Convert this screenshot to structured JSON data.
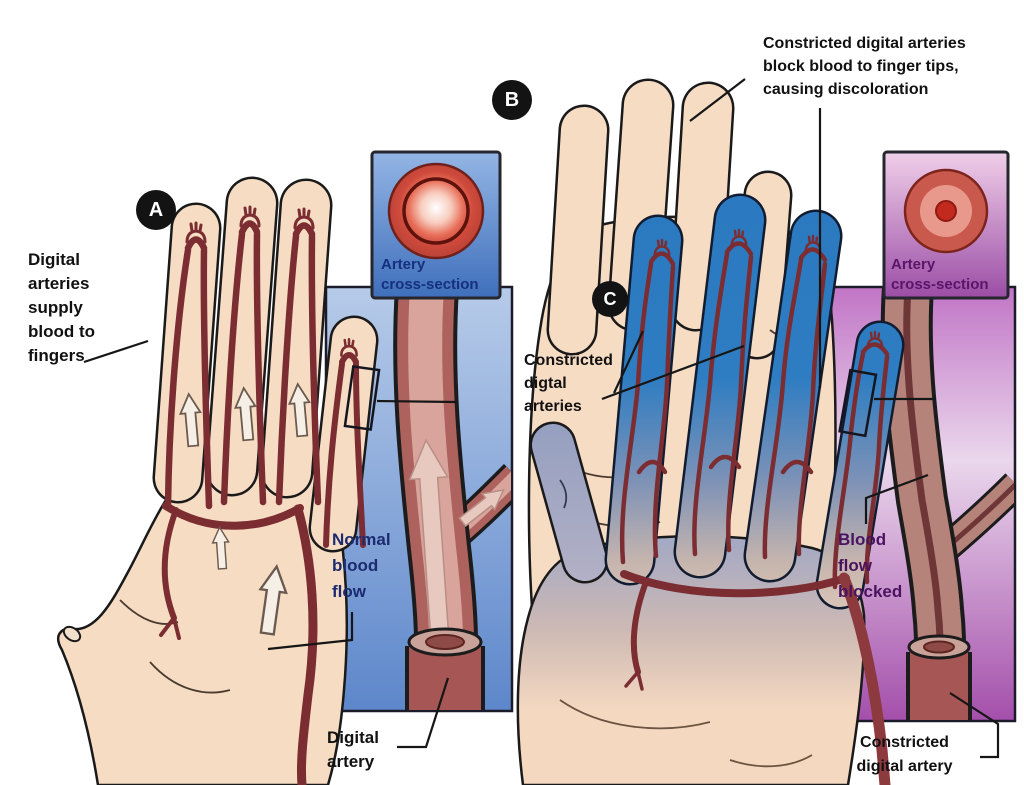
{
  "figure": {
    "markers": {
      "a": "A",
      "b": "B",
      "c": "C"
    },
    "left_label": {
      "l1": "Digital",
      "l2": "arteries",
      "l3": "supply",
      "l4": "blood to",
      "l5": "fingers"
    },
    "top_note": {
      "l1": "Constricted digital arteries",
      "l2": "block blood to finger tips,",
      "l3": "causing discoloration"
    },
    "cross_section_left": {
      "l1": "Artery",
      "l2": "cross-section"
    },
    "cross_section_right": {
      "l1": "Artery",
      "l2": "cross-section"
    },
    "normal_blood_flow": {
      "l1": "Normal",
      "l2": "blood",
      "l3": "flow"
    },
    "digital_artery": {
      "l1": "Digital",
      "l2": "artery"
    },
    "constricted_digtal_arteries": {
      "l1": "Constricted",
      "l2": "digtal",
      "l3": "arteries"
    },
    "blood_flow_blocked": {
      "l1": "Blood",
      "l2": "flow",
      "l3": "blocked"
    },
    "constricted_digital_artery": {
      "l1": "Constricted",
      "l2": "digital artery"
    },
    "colors": {
      "skin": "#f6dcc3",
      "artery_red": "#7b2d32",
      "panel_left_top": "#b7cbe9",
      "panel_left_bottom": "#5d87cb",
      "panel_right_top": "#c175c6",
      "panel_right_mid": "#ead7ec",
      "panel_right_bottom": "#a44fab",
      "cyanotic_finger_blue": "#2e7dc2",
      "label_navy": "#1c2b6f",
      "label_purple": "#4b1260",
      "label_black": "#111111",
      "marker_bg": "#131313",
      "marker_text": "#ffffff"
    }
  }
}
